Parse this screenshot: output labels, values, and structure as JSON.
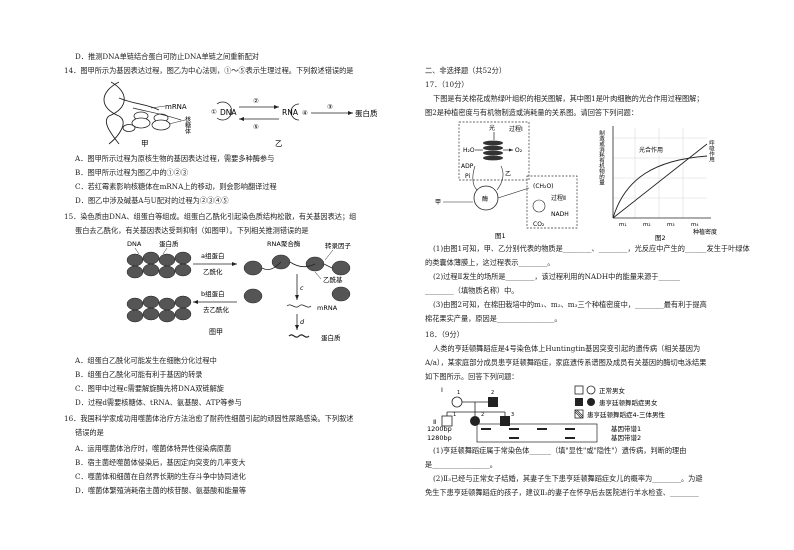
{
  "left": {
    "q13_d": "D．推测DNA单链结合蛋白可防止DNA单链之间重新配对",
    "q14_stem": "14．图甲所示为基因表达过程，图乙为中心法则，①～⑤表示生理过程。下列叙述错误的是",
    "fig14": {
      "mrna": "mRNA",
      "ribosome": "核糖体",
      "jia": "甲",
      "dna": "DNA",
      "rna": "RNA",
      "protein": "蛋白质",
      "yi": "乙",
      "n1": "①",
      "n2": "②",
      "n3": "③",
      "n4": "④",
      "n5": "⑤"
    },
    "q14_a": "A．图甲所示过程为原核生物的基因表达过程，需要多种酶参与",
    "q14_b": "B．图甲所示过程为图乙中的①②③",
    "q14_c": "C．若红霉素影响核糖体在mRNA上的移动，则会影响翻译过程",
    "q14_d": "D．图乙中涉及碱基A与U配对的过程为②③④⑤",
    "q15_stem1": "15．染色质由DNA、组蛋白等组成。组蛋白乙酰化引起染色质结构松散，有关基因表达；组",
    "q15_stem2": "蛋白去乙酰化，有关基因表达受到抑制（如图甲）。下列相关推测错误的是",
    "fig15": {
      "dna": "DNA",
      "histone": "蛋白质",
      "a_label1": "a组蛋白",
      "a_label2": "乙酰化",
      "b_label1": "b组蛋白",
      "b_label2": "去乙酰化",
      "rnap": "RNA聚合酶",
      "tf": "转录因子",
      "acetyl": "乙酰基",
      "mrna": "mRNA",
      "protein": "蛋白质",
      "c": "c",
      "d": "d",
      "caption": "图甲"
    },
    "q15_a": "A．组蛋白乙酰化可能发生在细胞分化过程中",
    "q15_b": "B．组蛋白乙酰化可能有利于基因的转录",
    "q15_c": "C．图甲中过程c需要解旋酶先将DNA双链解旋",
    "q15_d": "D．过程d需要核糖体、tRNA、氨基酸、ATP等参与",
    "q16_stem1": "16．我国科学家成功用噬菌体治疗方法治愈了耐药性细菌引起的顽固性尿路感染。下列叙述",
    "q16_stem2": "错误的是",
    "q16_a": "A．运用噬菌体治疗时，噬菌体特异性侵染病原菌",
    "q16_b": "B．宿主菌经噬菌体侵染后，基因定向突变的几率变大",
    "q16_c": "C．噬菌体和细菌在自然界长期的生存斗争中协同进化",
    "q16_d": "D．噬菌体繁殖消耗宿主菌的核苷酸、氨基酸和能量等"
  },
  "right": {
    "section": "二、非选择题（共52分）",
    "q17_num": "17．（10分）",
    "q17_p1": "下图是有关棉花成熟绿叶组织的相关图解，其中图1是叶肉细胞的光合作用过程图解；",
    "q17_p2": "图2是种植密度与有机物制造或消耗量的关系图。请回答下列问题：",
    "fig1": {
      "process1": "过程Ⅰ",
      "light": "光",
      "h2o": "H₂O",
      "o2": "O₂",
      "adp": "ADP",
      "pi": "Pi",
      "b": "乙",
      "enzyme": "酶",
      "ch2o": "(CH₂O)",
      "process2": "过程Ⅱ",
      "nadh": "NADH",
      "co2": "CO₂",
      "jia": "甲",
      "caption": "图1"
    },
    "fig2": {
      "ylabel": "制造或消耗有机物的量",
      "photo": "光合作用",
      "resp": "呼吸作用",
      "xlabel": "种植密度",
      "m1": "m₁",
      "m2": "m₂",
      "m3": "m₃",
      "m4": "m₄",
      "caption": "图2"
    },
    "q17_1": "(1)由图1可知，甲、乙分别代表的物质是________、________，光反应中产生的",
    "q17_1b": "______发生于叶绿体",
    "q17_1c": "的类囊体薄膜上，这过程表示________。",
    "q17_2": "(2)过程Ⅱ发生的场所是________，该过程利用的NADH中的能量来源于______",
    "q17_2b": "________（填物质名称）中。",
    "q17_3": "(3)由图2可知，在棉田栽培中的m₁、m₂、m₃三个种植密度中，________最有利于提高",
    "q17_3b": "棉花果实产量，原因是________________。",
    "q18_num": "18．（9分）",
    "q18_p1": "人类的亨廷顿舞蹈症是4号染色体上Huntingtin基因突变引起的遗传病（相关基因为",
    "q18_p2": "A/a），某家庭部分成员患亨廷顿舞蹈症，家庭遗传系谱图及成员有关基因的酶切电泳结果",
    "q18_p3": "如下图所示。回答下列问题：",
    "pedigree": {
      "g1": "Ⅰ",
      "g2": "Ⅱ",
      "i1": "1",
      "i2": "2",
      "ii1": "1",
      "ii2": "2",
      "ii3": "3",
      "legend_normal": "正常男女",
      "legend_affected": "患亨廷顿舞蹈症男女",
      "legend_fetus": "患亨廷顿舞蹈症4-三体男性",
      "band1": "1200bp",
      "band2": "1280bp",
      "g_label1": "基因带谱1",
      "g_label2": "基因带谱2"
    },
    "q18_1": "(1)亨廷顿舞蹈症属于常染色体______（填\"显性\"或\"隐性\"）遗传病，判断的理由",
    "q18_1b": "是________________。",
    "q18_2": "(2)Ⅱ₃已经与正常女子结婚，其妻子生下患亨廷顿舞蹈症女儿的概率为________。为避",
    "q18_2b": "免生下患亨廷顿舞蹈症的孩子，建议Ⅱ₃的妻子在怀孕后去医院进行羊水检查、________"
  }
}
